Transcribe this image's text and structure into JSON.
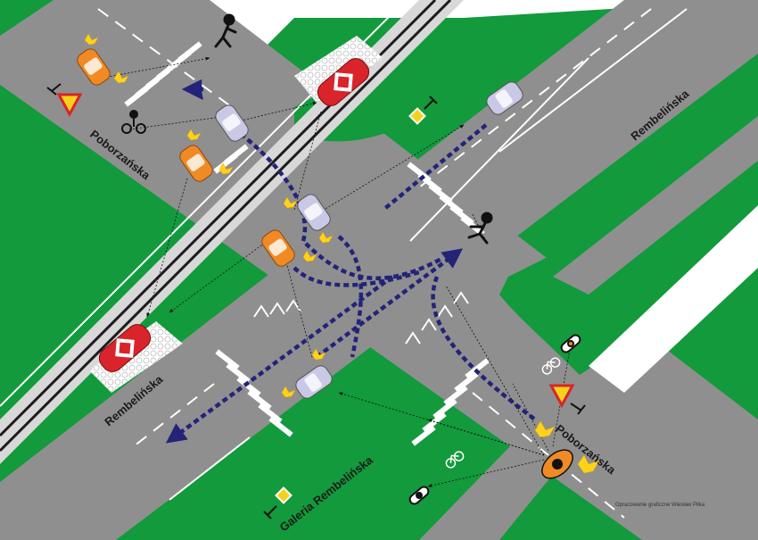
{
  "map": {
    "colors": {
      "grass": "#129a3c",
      "road": "#8f8f8f",
      "sidewalk": "#d8d8d8",
      "tram_track": "#1c1c1c",
      "crossing": "#ffffff",
      "path_arrow": "#23237a",
      "sight_line": "#111111",
      "car_light": "#c9c9e6",
      "car_orange": "#f08a24",
      "tram": "#d8242a",
      "flash": "#ffd21a"
    },
    "street_labels": {
      "poborzanska_nw": "Poborzańska",
      "rembelinska_ne": "Rembelińska",
      "rembelinska_w": "Rembelińska",
      "poborzanska_se": "Poborzańska",
      "galeria": "Galeria Rembelińska"
    },
    "credit": "Opracowanie graficzne Wiesław Piłka",
    "icons": {
      "yield_sign": "yield-sign-icon",
      "priority_sign": "priority-road-sign-icon",
      "pedestrian": "pedestrian-icon",
      "cyclist": "cyclist-icon",
      "bicycle_lane": "bicycle-lane-icon",
      "tram": "tram-icon",
      "car": "car-icon",
      "direction_arrow": "direction-arrow-icon"
    }
  }
}
